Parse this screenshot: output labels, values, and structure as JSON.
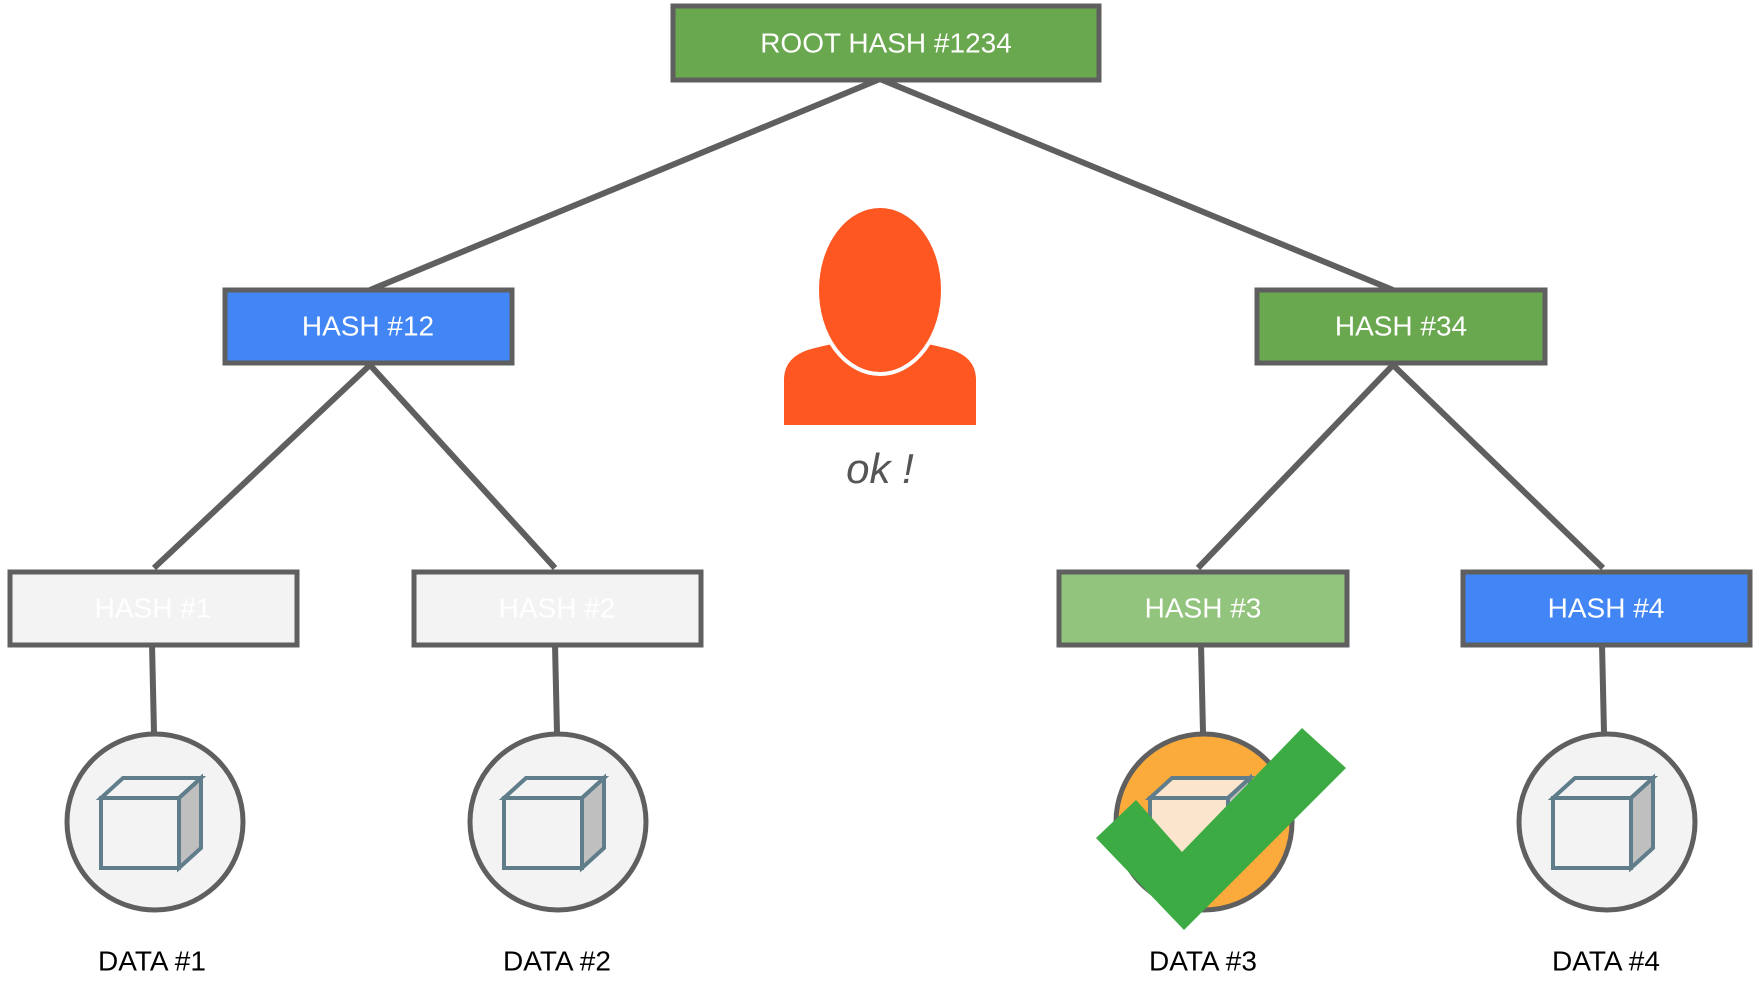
{
  "colors": {
    "edge": "#5f5f5f",
    "border": "#5f5f5f",
    "green": "#6aa84f",
    "light_green": "#93c47d",
    "blue": "#4285f4",
    "gray_box": "#f3f3f3",
    "gray_box_text": "#ffffff",
    "person": "#ff5722",
    "checkmark": "#3cab43",
    "highlight_circle": "#fbab3b"
  },
  "tree": {
    "root": {
      "label": "ROOT HASH #1234",
      "color": "green"
    },
    "hash12": {
      "label": "HASH #12",
      "color": "blue"
    },
    "hash34": {
      "label": "HASH #34",
      "color": "green"
    },
    "hash1": {
      "label": "HASH #1",
      "color": "gray"
    },
    "hash2": {
      "label": "HASH #2",
      "color": "gray"
    },
    "hash3": {
      "label": "HASH #3",
      "color": "light-green"
    },
    "hash4": {
      "label": "HASH #4",
      "color": "blue"
    }
  },
  "data_blocks": [
    {
      "label": "DATA #1",
      "icon": "data-block-icon",
      "verified": false
    },
    {
      "label": "DATA #2",
      "icon": "data-block-icon",
      "verified": false
    },
    {
      "label": "DATA #3",
      "icon": "data-block-icon",
      "verified": true
    },
    {
      "label": "DATA #4",
      "icon": "data-block-icon",
      "verified": false
    }
  ],
  "verifier": {
    "icon": "person-icon",
    "status_text": "ok !",
    "check_icon": "checkmark-icon"
  }
}
